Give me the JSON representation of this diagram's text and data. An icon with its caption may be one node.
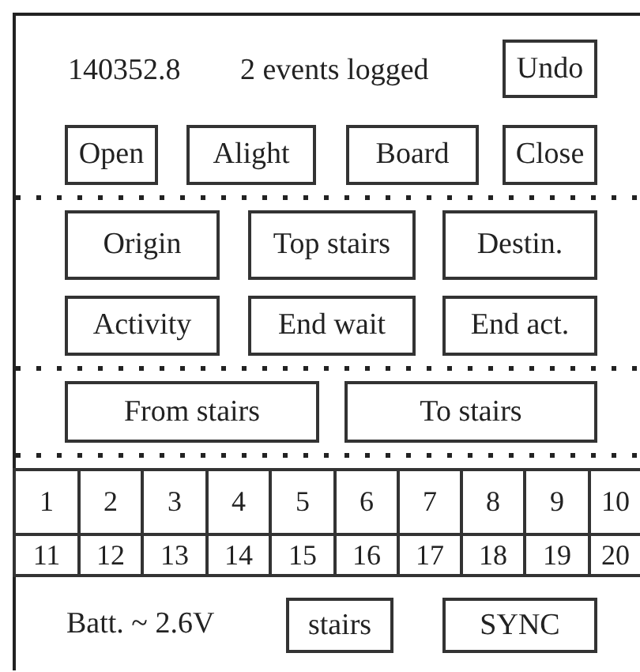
{
  "diagram": {
    "nodes": [
      {
        "text": [
          "Undo"
        ]
      },
      {
        "text": [
          "Open"
        ]
      },
      {
        "text": [
          "Alight"
        ]
      },
      {
        "text": [
          "Board"
        ]
      },
      {
        "text": [
          "Close"
        ]
      },
      {
        "text": [
          "Origin"
        ]
      },
      {
        "text": [
          "Top stairs"
        ]
      },
      {
        "text": [
          "Destin."
        ]
      },
      {
        "text": [
          "Activity"
        ]
      },
      {
        "text": [
          "End wait"
        ]
      },
      {
        "text": [
          "End act."
        ]
      },
      {
        "text": [
          "From stairs"
        ]
      },
      {
        "text": [
          "To stairs"
        ]
      },
      {
        "text": [
          "1"
        ]
      },
      {
        "text": [
          "2"
        ]
      },
      {
        "text": [
          "3"
        ]
      },
      {
        "text": [
          "4"
        ]
      },
      {
        "text": [
          "5"
        ]
      },
      {
        "text": [
          "6"
        ]
      },
      {
        "text": [
          "7"
        ]
      },
      {
        "text": [
          "8"
        ]
      },
      {
        "text": [
          "9"
        ]
      },
      {
        "text": [
          "10"
        ]
      },
      {
        "text": [
          "11"
        ]
      },
      {
        "text": [
          "12"
        ]
      },
      {
        "text": [
          "13"
        ]
      },
      {
        "text": [
          "14"
        ]
      },
      {
        "text": [
          "15"
        ]
      },
      {
        "text": [
          "16"
        ]
      },
      {
        "text": [
          "17"
        ]
      },
      {
        "text": [
          "18"
        ]
      },
      {
        "text": [
          "19"
        ]
      },
      {
        "text": [
          "20"
        ]
      },
      {
        "text": [
          "stairs"
        ]
      },
      {
        "text": [
          "SYNC"
        ]
      }
    ],
    "labels": [
      "140352.8",
      "2 events logged",
      "Batt. ~ 2.6V"
    ]
  }
}
